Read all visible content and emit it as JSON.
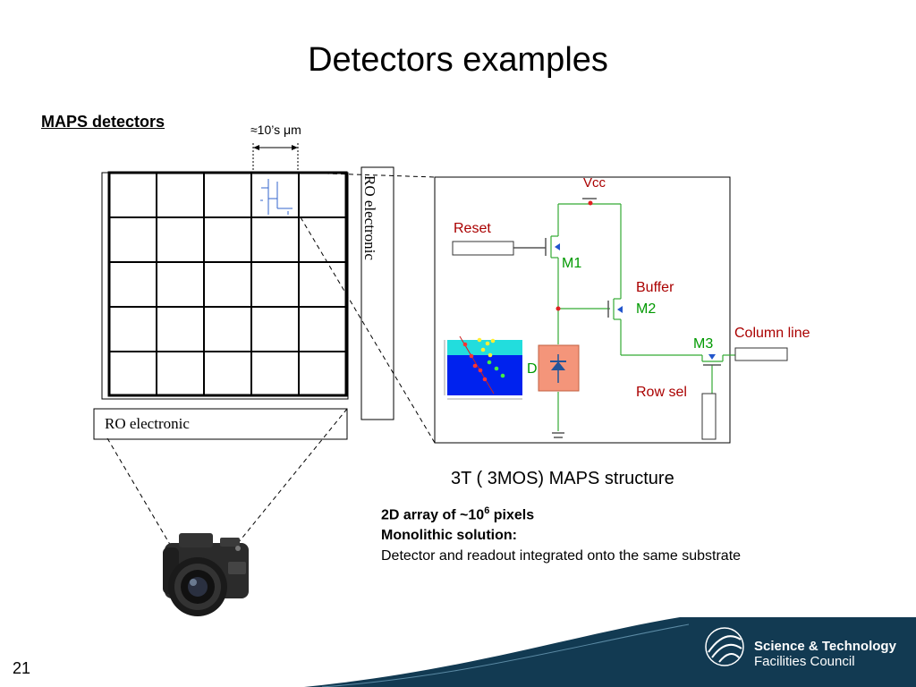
{
  "slide": {
    "title": "Detectors examples",
    "heading": "MAPS detectors",
    "pitch_label": "≈10’s μm",
    "ro_bottom": "RO electronic",
    "ro_side": "RO electronic",
    "caption": "3T ( 3MOS) MAPS structure",
    "note_line1_prefix": "2D array of ~10",
    "note_line1_exp": "6",
    "note_line1_suffix": " pixels",
    "note_line2": "Monolithic solution:",
    "note_line3": "Detector and readout integrated onto the same substrate",
    "page_number": "21"
  },
  "circuit": {
    "vcc": "Vcc",
    "reset": "Reset",
    "m1": "M1",
    "buffer": "Buffer",
    "m2": "M2",
    "m3": "M3",
    "column_line": "Column line",
    "row_sel": "Row sel",
    "diode": "D"
  },
  "footer": {
    "org_line1": "Science & Technology",
    "org_line2": "Facilities Council"
  },
  "colors": {
    "red_label": "#aa0000",
    "green_label": "#009900",
    "wire": "#33aa33",
    "diode_fill": "#f4957a",
    "footer_bg": "#123a52"
  }
}
